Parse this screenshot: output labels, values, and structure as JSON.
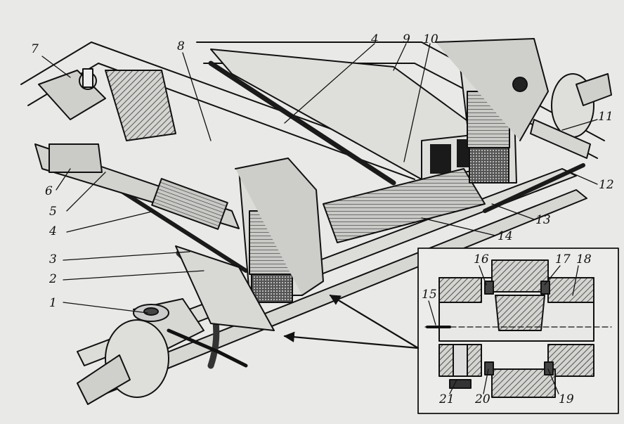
{
  "callouts": [
    "1",
    "2",
    "3",
    "4",
    "5",
    "6",
    "7",
    "8",
    "9",
    "10",
    "11",
    "12",
    "13",
    "14",
    "15",
    "16",
    "17",
    "18",
    "19",
    "20",
    "21"
  ],
  "colors": {
    "paper": "#e9e9e7",
    "ink": "#111111",
    "shade": "#b9b9b6"
  }
}
